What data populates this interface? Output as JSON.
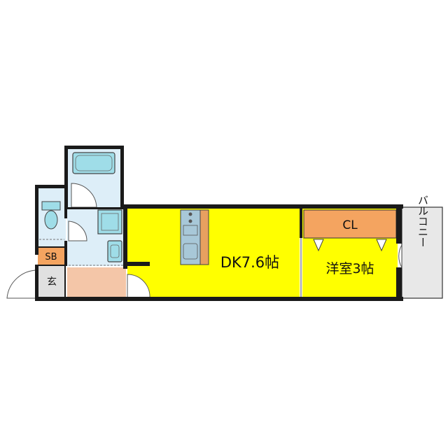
{
  "rooms": {
    "dk": {
      "label": "DK7.6帖",
      "color": "#ffff00"
    },
    "western": {
      "label": "洋室3帖",
      "color": "#ffff00"
    },
    "closet": {
      "label": "CL",
      "color": "#f4a460"
    },
    "shoe_box": {
      "label": "SB",
      "color": "#f4a460"
    },
    "entrance": {
      "label": "玄"
    },
    "balcony": {
      "label": "バルコニー"
    }
  },
  "colors": {
    "wall": "#1a1a1a",
    "wet_area": "#ddeef8",
    "fixture": "#9fdde8",
    "corridor": "#f4c6a8",
    "entrance_floor": "#e0e0e0",
    "balcony_floor": "#e8e8e8",
    "counter": "#e8a060",
    "kitchen_sink": "#a8c8d8"
  }
}
